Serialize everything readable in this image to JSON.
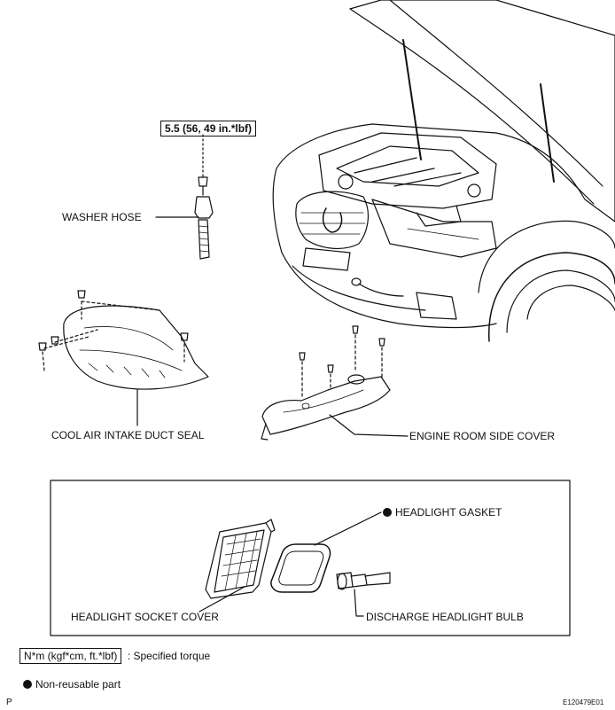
{
  "labels": {
    "torque_value": "5.5 (56, 49 in.*lbf)",
    "washer_hose": "WASHER HOSE",
    "cool_air_intake_duct_seal": "COOL AIR INTAKE DUCT SEAL",
    "engine_room_side_cover": "ENGINE ROOM SIDE COVER",
    "headlight_gasket": "HEADLIGHT GASKET",
    "headlight_socket_cover": "HEADLIGHT SOCKET COVER",
    "discharge_headlight_bulb": "DISCHARGE HEADLIGHT BULB"
  },
  "legend": {
    "torque_unit": "N*m (kgf*cm, ft.*lbf)",
    "torque_desc": ": Specified torque",
    "nonreusable": "Non-reusable part"
  },
  "footer": {
    "left_mark": "P",
    "figure_id": "E120479E01"
  }
}
